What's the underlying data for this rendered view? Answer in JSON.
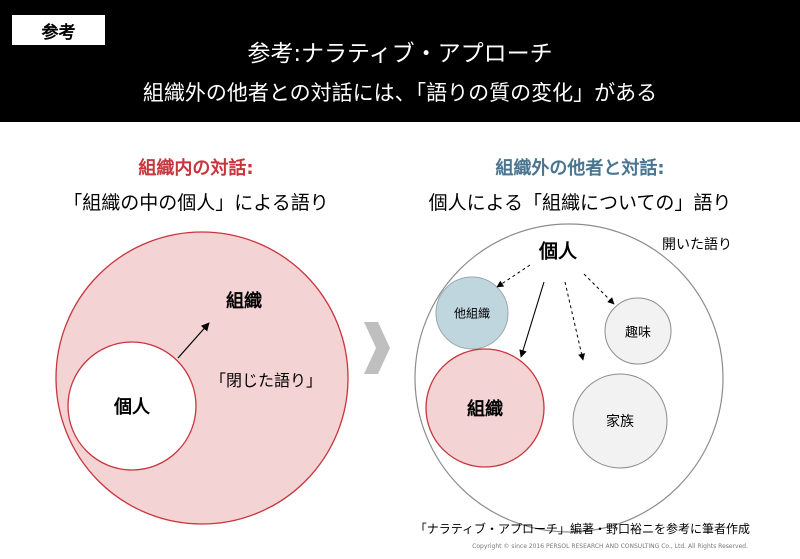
{
  "header": {
    "tag": "参考",
    "title": "参考:ナラティブ・アプローチ",
    "subtitle": "組織外の他者との対話には、「語りの質の変化」がある"
  },
  "left_panel": {
    "heading": "組織内の対話:",
    "subheading": "「組織の中の個人」による語り",
    "outer_label": "組織",
    "inner_label": "個人",
    "quote_label": "「閉じた語り」"
  },
  "right_panel": {
    "heading": "組織外の他者と対話:",
    "subheading": "個人による「組織についての」語り",
    "open_label": "開いた語り",
    "center_label": "個人",
    "nodes": {
      "other_org": "他組織",
      "org": "組織",
      "hobby": "趣味",
      "family": "家族"
    }
  },
  "footer": {
    "source": "「ナラティブ・アプローチ」編著・野口裕ニを参考に筆者作成",
    "copyright": "Copyright © since 2016  PERSOL  RESEARCH AND CONSULTING Co., Ltd. All Rights Reserved."
  },
  "colors": {
    "header_bg": "#000000",
    "org_fill": "#f4d3d4",
    "org_stroke": "#c9353d",
    "other_org_fill": "#bfd6df",
    "gray_fill": "#f2f2f2",
    "chevron": "#bfbfbf"
  }
}
